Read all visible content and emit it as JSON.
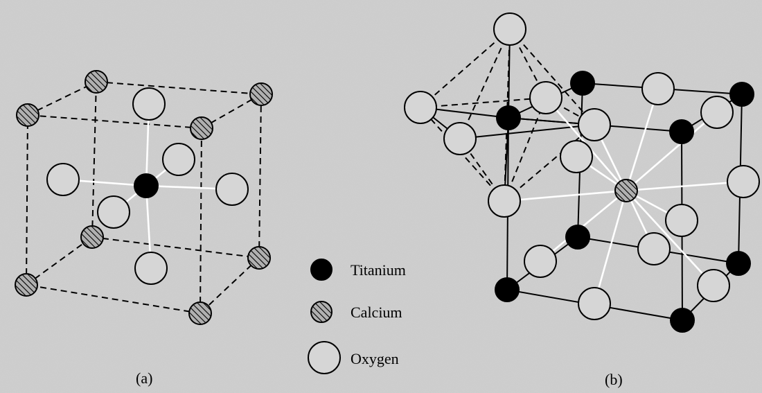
{
  "legend": {
    "items": [
      {
        "key": "titanium",
        "label": "Titanium",
        "icon": "filled-black-circle"
      },
      {
        "key": "calcium",
        "label": "Calcium",
        "icon": "hatched-circle"
      },
      {
        "key": "oxygen",
        "label": "Oxygen",
        "icon": "open-circle"
      }
    ]
  },
  "captions": {
    "a": "(a)",
    "b": "(b)"
  },
  "colors": {
    "background": "#cfcfcf",
    "titanium": "#000000",
    "oxygen_fill": "#d6d6d6",
    "calcium_fill": "#a8a8a8",
    "bond": "#ffffff",
    "edge": "#000000"
  }
}
